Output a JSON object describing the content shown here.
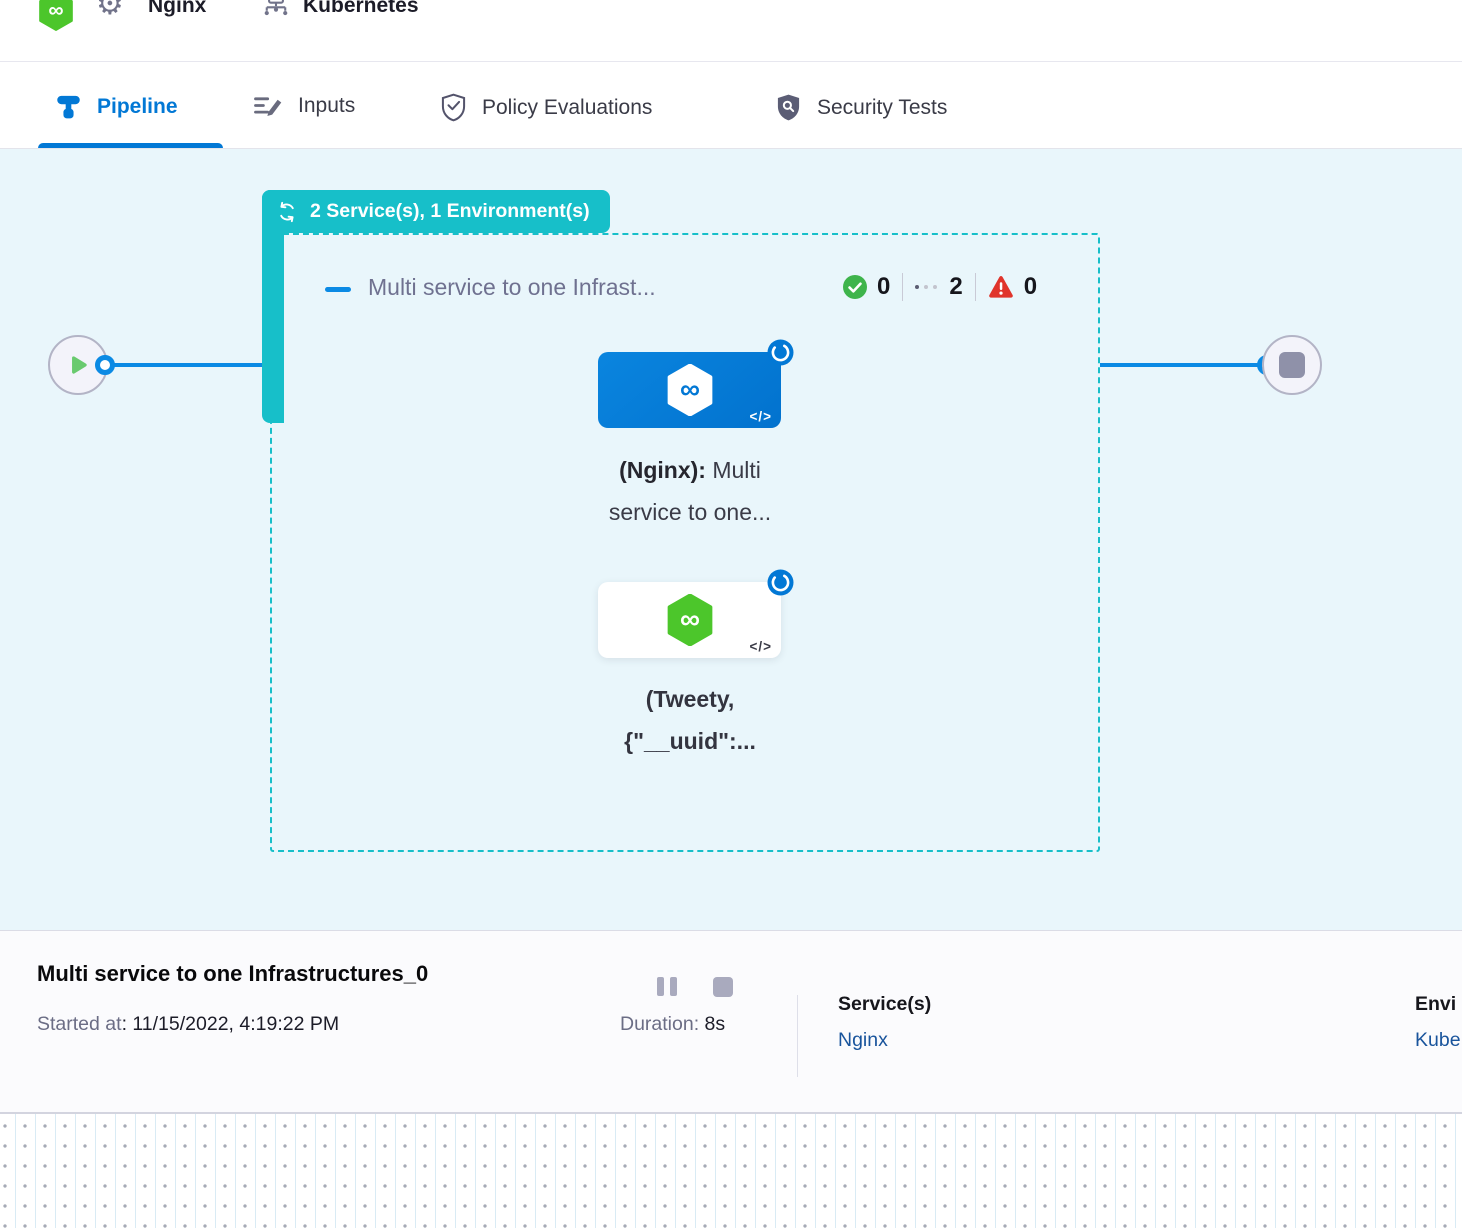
{
  "header": {
    "service_name": "Nginx",
    "environment_name": "Kubernetes"
  },
  "tabs": {
    "pipeline": "Pipeline",
    "inputs": "Inputs",
    "policy": "Policy Evaluations",
    "security": "Security Tests"
  },
  "canvas": {
    "loop_badge": "2 Service(s), 1 Environment(s)",
    "stage": {
      "title": "Multi service to one Infrast...",
      "success_count": "0",
      "running_count": "2",
      "failed_count": "0"
    },
    "node_nginx": {
      "name_bold": "(Nginx):",
      "name_rest": " Multi",
      "line2": "service to one...",
      "code_glyph": "</>"
    },
    "node_tweety": {
      "line1": "(Tweety,",
      "line2": "{\"__uuid\":...",
      "code_glyph": "</>"
    }
  },
  "footer": {
    "title": "Multi service to one Infrastructures_0",
    "started_label": "Started at",
    "started_value": ": 11/15/2022, 4:19:22 PM",
    "duration_label": "Duration: ",
    "duration_value": "8s",
    "services_label": "Service(s)",
    "services_value": "Nginx",
    "environment_label": "Envi",
    "environment_value": "Kube"
  },
  "colors": {
    "teal_accent": "#17bfc9",
    "primary_blue": "#0278d5",
    "edge_blue": "#0b8ae4",
    "harness_green": "#4cc62b",
    "success_green": "#3eb44b",
    "error_red": "#e0342b",
    "canvas_bg": "#e9f6fb"
  }
}
